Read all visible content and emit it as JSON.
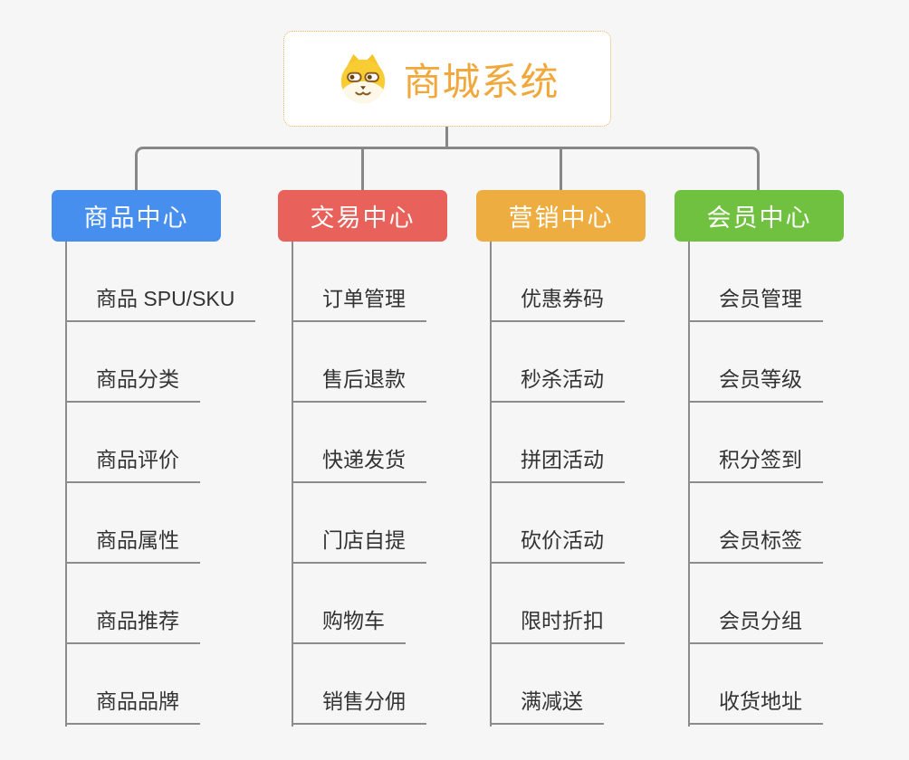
{
  "root": {
    "title": "商城系统",
    "icon": "shiba-dog-icon"
  },
  "branches": [
    {
      "id": "product-center",
      "label": "商品中心",
      "color": "#478FEE",
      "items": [
        "商品 SPU/SKU",
        "商品分类",
        "商品评价",
        "商品属性",
        "商品推荐",
        "商品品牌"
      ]
    },
    {
      "id": "trade-center",
      "label": "交易中心",
      "color": "#E8615A",
      "items": [
        "订单管理",
        "售后退款",
        "快递发货",
        "门店自提",
        "购物车",
        "销售分佣"
      ]
    },
    {
      "id": "marketing-center",
      "label": "营销中心",
      "color": "#EEAD40",
      "items": [
        "优惠券码",
        "秒杀活动",
        "拼团活动",
        "砍价活动",
        "限时折扣",
        "满减送"
      ]
    },
    {
      "id": "member-center",
      "label": "会员中心",
      "color": "#70C13F",
      "items": [
        "会员管理",
        "会员等级",
        "积分签到",
        "会员标签",
        "会员分组",
        "收货地址"
      ]
    }
  ],
  "colors": {
    "background": "#F5F6F5",
    "connector": "#878787",
    "item_line": "#8C8C8C",
    "item_text": "#333333",
    "root_title": "#F0A83C",
    "root_border": "#EDAE5C"
  }
}
